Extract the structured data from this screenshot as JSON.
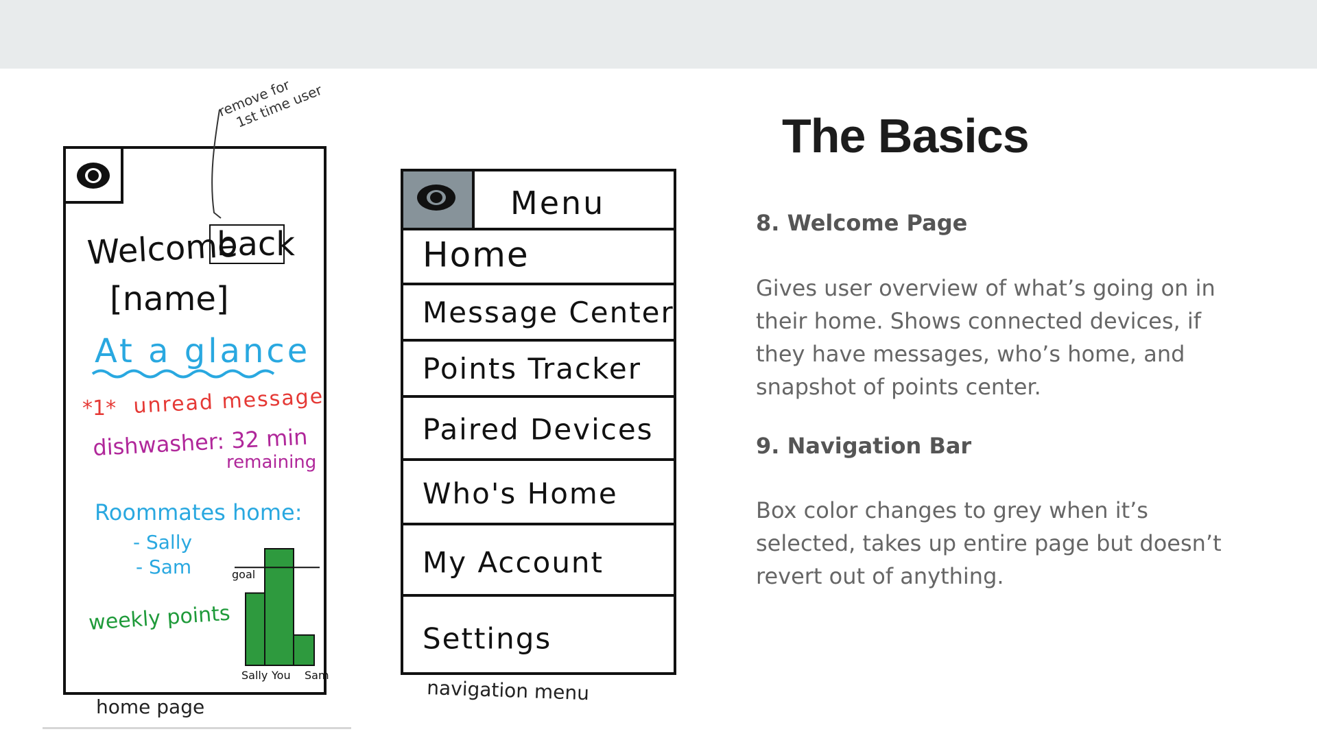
{
  "slide": {
    "title": "The Basics",
    "sections": [
      {
        "heading": "8. Welcome Page",
        "body": "Gives user overview of what’s going on in their home. Shows connected devices, if they have messages, who’s home, and snapshot of points center."
      },
      {
        "heading": "9. Navigation Bar",
        "body": "Box color changes to grey when it’s selected, takes up entire page but doesn’t revert out of anything."
      }
    ]
  },
  "home_sketch": {
    "annotation_line1": "remove for",
    "annotation_line2": "1st time user",
    "welcome": "Welcome",
    "back": "back",
    "name": "[name]",
    "at_a_glance": "At a glance",
    "badge": "*1*",
    "unread": "unread message",
    "dishwasher": "dishwasher: 32 min",
    "remaining": "remaining",
    "roommates": "Roommates home:",
    "roommate_1": "- Sally",
    "roommate_2": "- Sam",
    "goal": "goal",
    "weekly_points": "weekly points",
    "bar_labels": [
      "Sally",
      "You",
      "Sam"
    ],
    "caption": "home page",
    "colors": {
      "blue": "#29a8e0",
      "red": "#e53935",
      "magenta": "#b0279a",
      "green": "#1f9a3a",
      "bar": "#2e9a3e"
    }
  },
  "chart_data": {
    "type": "bar",
    "categories": [
      "Sally",
      "You",
      "Sam"
    ],
    "values": [
      0.62,
      1.0,
      0.26
    ],
    "goal": 0.84
  },
  "nav_sketch": {
    "menu_title": "Menu",
    "items": [
      "Home",
      "Message Center",
      "Points Tracker",
      "Paired Devices",
      "Who's Home",
      "My Account",
      "Settings"
    ],
    "caption": "navigation menu",
    "selected_box_color": "#87939a"
  }
}
